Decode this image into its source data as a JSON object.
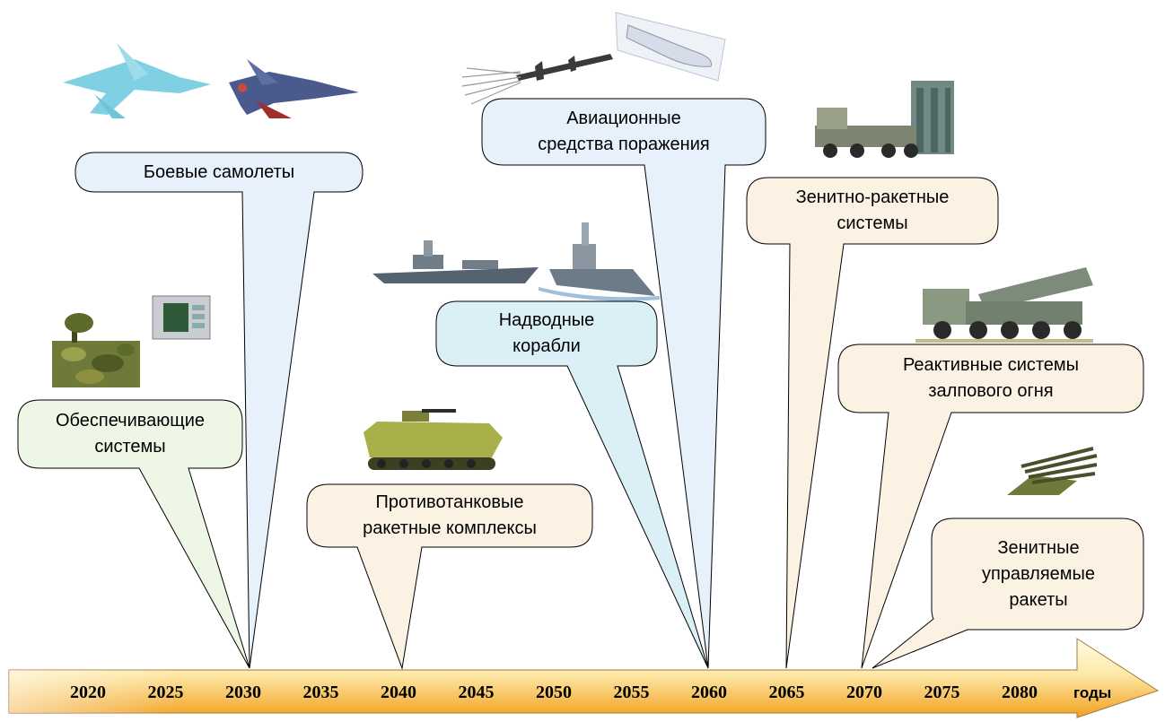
{
  "timeline": {
    "years": [
      "2020",
      "2025",
      "2030",
      "2035",
      "2040",
      "2045",
      "2050",
      "2055",
      "2060",
      "2065",
      "2070",
      "2075",
      "2080"
    ],
    "unit_label": "годы"
  },
  "callouts": [
    {
      "id": "support",
      "text": "Обеспечивающие\nсистемы",
      "image": "radar-and-field-terminal",
      "fill": "#eef7e6",
      "target_year": "2030"
    },
    {
      "id": "aircraft",
      "text": "Боевые самолеты",
      "image": "fighter-jets",
      "fill": "#e6f1fc",
      "target_year": "2030"
    },
    {
      "id": "antitank",
      "text": "Противотанковые\nракетные комплексы",
      "image": "tracked-antitank-vehicle",
      "fill": "#fbf2e4",
      "target_year": "2040"
    },
    {
      "id": "ships",
      "text": "Надводные\nкорабли",
      "image": "warships",
      "fill": "#daf0f6",
      "target_year": "2060"
    },
    {
      "id": "munitions",
      "text": "Авиационные\nсредства поражения",
      "image": "cruise-missiles",
      "fill": "#e6f1fc",
      "target_year": "2060"
    },
    {
      "id": "sam",
      "text": "Зенитно-ракетные\nсистемы",
      "image": "sam-launcher-truck",
      "fill": "#fbf2e4",
      "target_year": "2065"
    },
    {
      "id": "mlrs",
      "text": "Реактивные системы\nзалпового огня",
      "image": "mlrs-truck",
      "fill": "#fbf2e4",
      "target_year": "2070"
    },
    {
      "id": "guided",
      "text": "Зенитные\nуправляемые\nракеты",
      "image": "guided-missile-rack",
      "fill": "#fbf2e4",
      "target_year": "2070"
    }
  ]
}
